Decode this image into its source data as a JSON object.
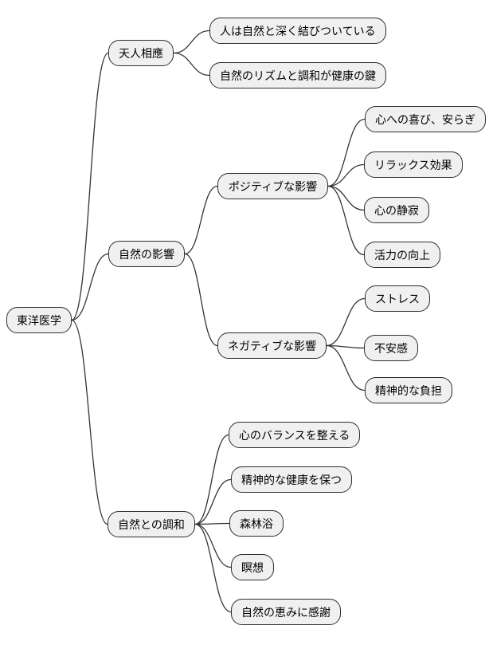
{
  "diagram_type": "mindmap",
  "colors": {
    "background": "#ffffff",
    "node_fill": "#f0f0f0",
    "node_border": "#2e2e2e",
    "connector": "#333333",
    "text": "#000000"
  },
  "mindmap": {
    "root": {
      "label": "東洋医学",
      "children": [
        {
          "label": "天人相應",
          "children": [
            {
              "label": "人は自然と深く結びついている",
              "children": []
            },
            {
              "label": "自然のリズムと調和が健康の鍵",
              "children": []
            }
          ]
        },
        {
          "label": "自然の影響",
          "children": [
            {
              "label": "ポジティブな影響",
              "children": [
                {
                  "label": "心への喜び、安らぎ",
                  "children": []
                },
                {
                  "label": "リラックス効果",
                  "children": []
                },
                {
                  "label": "心の静寂",
                  "children": []
                },
                {
                  "label": "活力の向上",
                  "children": []
                }
              ]
            },
            {
              "label": "ネガティブな影響",
              "children": [
                {
                  "label": "ストレス",
                  "children": []
                },
                {
                  "label": "不安感",
                  "children": []
                },
                {
                  "label": "精神的な負担",
                  "children": []
                }
              ]
            }
          ]
        },
        {
          "label": "自然との調和",
          "children": [
            {
              "label": "心のバランスを整える",
              "children": []
            },
            {
              "label": "精神的な健康を保つ",
              "children": []
            },
            {
              "label": "森林浴",
              "children": []
            },
            {
              "label": "瞑想",
              "children": []
            },
            {
              "label": "自然の恵みに感謝",
              "children": []
            }
          ]
        }
      ]
    }
  }
}
